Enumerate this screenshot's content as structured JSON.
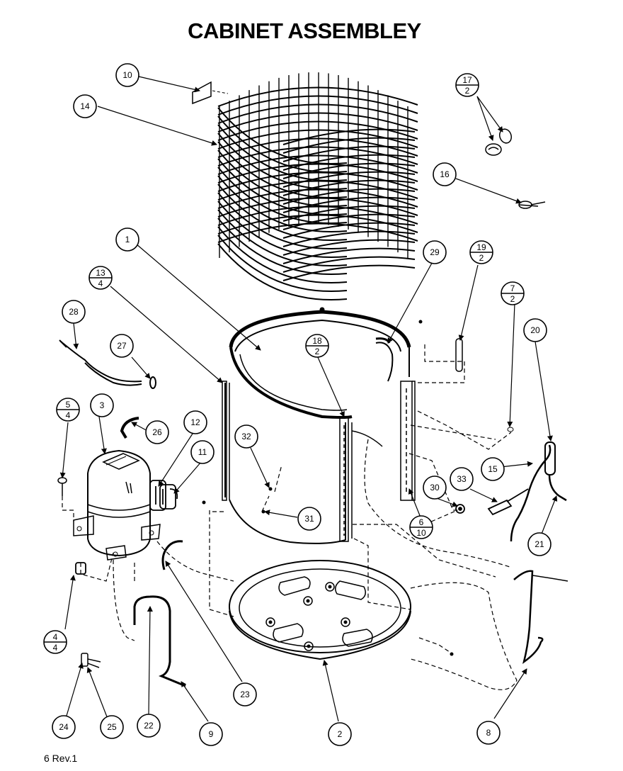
{
  "title": "CABINET ASSEMBLEY",
  "footer": "6 Rev.1",
  "callouts": [
    {
      "id": "c10",
      "label": "10"
    },
    {
      "id": "c14",
      "label": "14"
    },
    {
      "id": "c17",
      "top": "17",
      "bottom": "2"
    },
    {
      "id": "c16",
      "label": "16"
    },
    {
      "id": "c1",
      "label": "1"
    },
    {
      "id": "c29",
      "label": "29"
    },
    {
      "id": "c19",
      "top": "19",
      "bottom": "2"
    },
    {
      "id": "c13",
      "top": "13",
      "bottom": "4"
    },
    {
      "id": "c7",
      "top": "7",
      "bottom": "2"
    },
    {
      "id": "c28",
      "label": "28"
    },
    {
      "id": "c20",
      "label": "20"
    },
    {
      "id": "c27",
      "label": "27"
    },
    {
      "id": "c18",
      "top": "18",
      "bottom": "2"
    },
    {
      "id": "c5",
      "top": "5",
      "bottom": "4"
    },
    {
      "id": "c3",
      "label": "3"
    },
    {
      "id": "c26",
      "label": "26"
    },
    {
      "id": "c12",
      "label": "12"
    },
    {
      "id": "c11",
      "label": "11"
    },
    {
      "id": "c32",
      "label": "32"
    },
    {
      "id": "c15",
      "label": "15"
    },
    {
      "id": "c30",
      "label": "30"
    },
    {
      "id": "c33",
      "label": "33"
    },
    {
      "id": "c31",
      "label": "31"
    },
    {
      "id": "c6",
      "top": "6",
      "bottom": "10"
    },
    {
      "id": "c21",
      "label": "21"
    },
    {
      "id": "c4",
      "top": "4",
      "bottom": "4"
    },
    {
      "id": "c23",
      "label": "23"
    },
    {
      "id": "c24",
      "label": "24"
    },
    {
      "id": "c25",
      "label": "25"
    },
    {
      "id": "c22",
      "label": "22"
    },
    {
      "id": "c9",
      "label": "9"
    },
    {
      "id": "c2",
      "label": "2"
    },
    {
      "id": "c8",
      "label": "8"
    }
  ]
}
